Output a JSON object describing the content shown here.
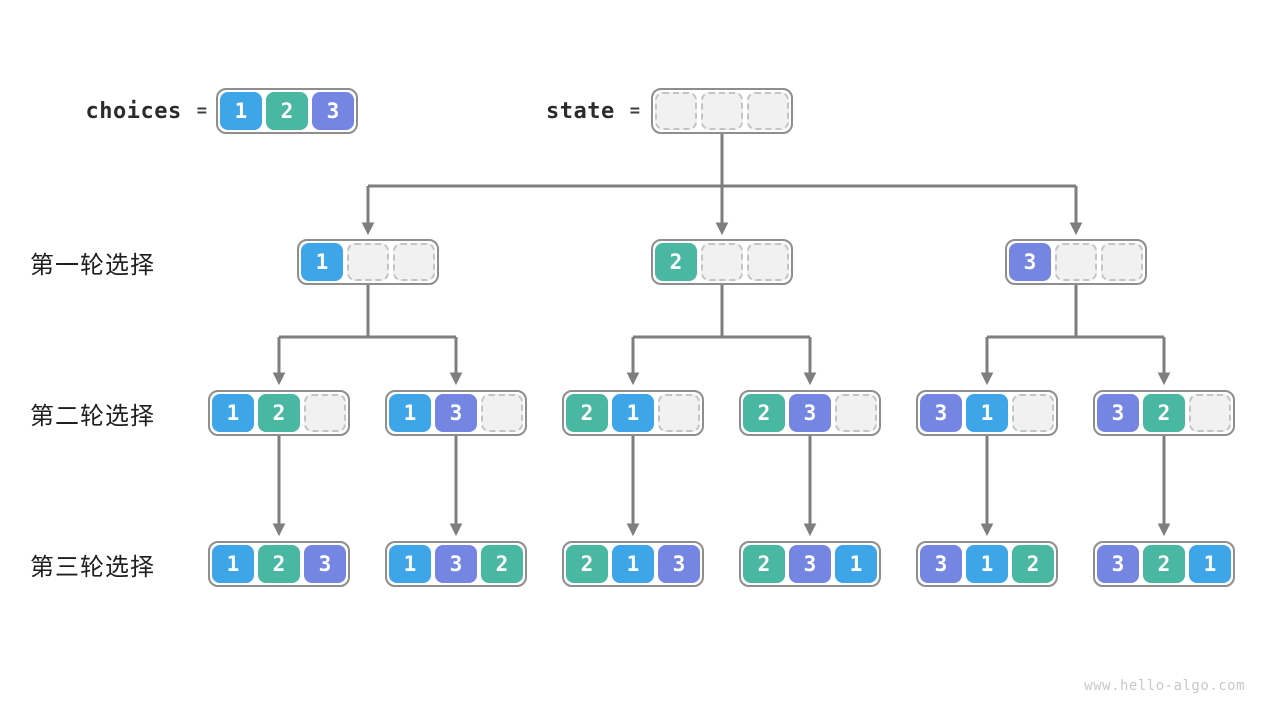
{
  "diagram": {
    "choices": {
      "label": "choices",
      "operator": "=",
      "values": [
        "1",
        "2",
        "3"
      ]
    },
    "state": {
      "label": "state",
      "operator": "=",
      "values": [
        "",
        "",
        ""
      ]
    },
    "rows": [
      {
        "label": "第一轮选择",
        "nodes": [
          [
            "1",
            "",
            ""
          ],
          [
            "2",
            "",
            ""
          ],
          [
            "3",
            "",
            ""
          ]
        ]
      },
      {
        "label": "第二轮选择",
        "nodes": [
          [
            "1",
            "2",
            ""
          ],
          [
            "1",
            "3",
            ""
          ],
          [
            "2",
            "1",
            ""
          ],
          [
            "2",
            "3",
            ""
          ],
          [
            "3",
            "1",
            ""
          ],
          [
            "3",
            "2",
            ""
          ]
        ]
      },
      {
        "label": "第三轮选择",
        "nodes": [
          [
            "1",
            "2",
            "3"
          ],
          [
            "1",
            "3",
            "2"
          ],
          [
            "2",
            "1",
            "3"
          ],
          [
            "2",
            "3",
            "1"
          ],
          [
            "3",
            "1",
            "2"
          ],
          [
            "3",
            "2",
            "1"
          ]
        ]
      }
    ]
  },
  "colors": {
    "value_1": "#3ea5e9",
    "value_2": "#49b7a2",
    "value_3": "#7486e1",
    "empty_fill": "#f1f1f1",
    "empty_border": "#c4c4c4",
    "container_border": "#8e8e8e",
    "arrow": "#7e7e7e",
    "label_text": "#2b2b2b",
    "watermark": "#c8c8c8"
  },
  "watermark": "www.hello-algo.com"
}
